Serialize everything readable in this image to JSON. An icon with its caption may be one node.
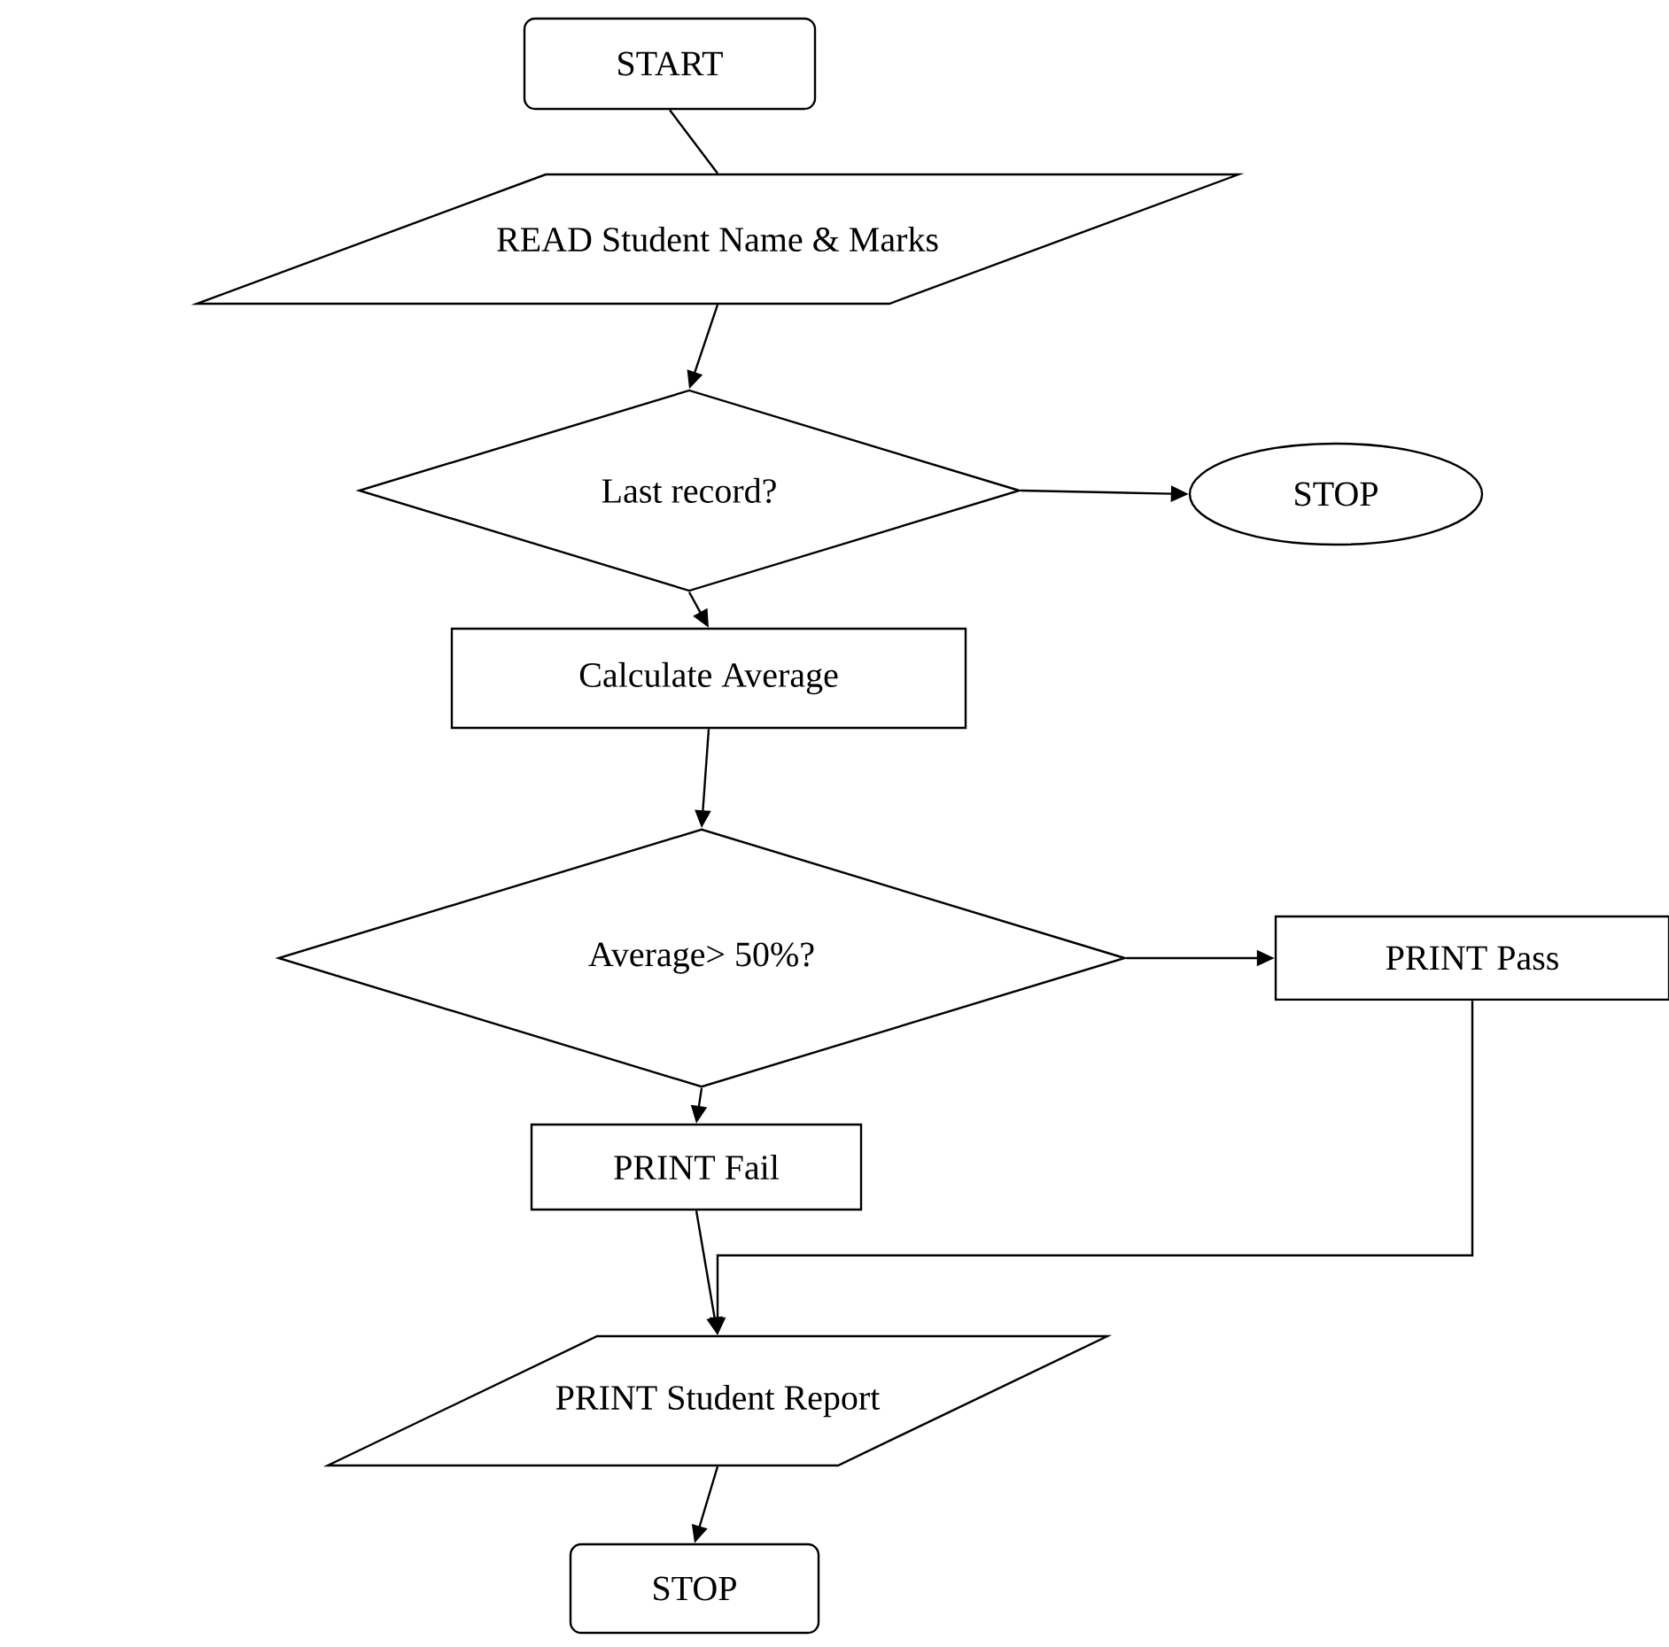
{
  "diagram": {
    "nodes": [
      {
        "text": [
          "START"
        ]
      },
      {
        "text": [
          "READ Student Name & Marks"
        ]
      },
      {
        "text": [
          "Last record?"
        ]
      },
      {
        "text": [
          "STOP"
        ]
      },
      {
        "text": [
          "Calculate Average"
        ]
      },
      {
        "text": [
          "Average> 50%?"
        ]
      },
      {
        "text": [
          "PRINT Pass"
        ]
      },
      {
        "text": [
          "PRINT Fail"
        ]
      },
      {
        "text": [
          "PRINT Student Report"
        ]
      },
      {
        "text": [
          "STOP"
        ]
      }
    ],
    "edges": [
      {
        "from": 0,
        "to": 1,
        "arrow": "none"
      },
      {
        "from": 1,
        "to": 2,
        "arrow": "to"
      },
      {
        "from": 2,
        "to": 3,
        "arrow": "to"
      },
      {
        "from": 2,
        "to": 4,
        "arrow": "to"
      },
      {
        "from": 4,
        "to": 5,
        "arrow": "to"
      },
      {
        "from": 5,
        "to": 6,
        "arrow": "to"
      },
      {
        "from": 5,
        "to": 7,
        "arrow": "to"
      },
      {
        "from": 7,
        "to": 8,
        "arrow": "to"
      },
      {
        "from": 6,
        "to": 8,
        "arrow": "to"
      },
      {
        "from": 8,
        "to": 9,
        "arrow": "to"
      }
    ]
  }
}
